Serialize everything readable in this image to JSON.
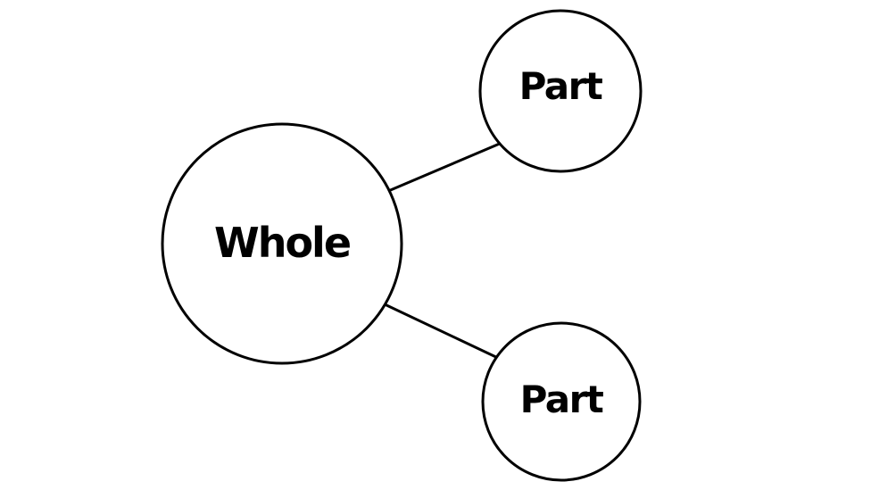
{
  "diagram": {
    "type": "concept-map",
    "nodes": [
      {
        "id": "whole",
        "label": "Whole",
        "shape": "circle",
        "size": "large"
      },
      {
        "id": "part-top",
        "label": "Part",
        "shape": "circle",
        "size": "small"
      },
      {
        "id": "part-bottom",
        "label": "Part",
        "shape": "circle",
        "size": "small"
      }
    ],
    "edges": [
      {
        "from": "whole",
        "to": "part-top"
      },
      {
        "from": "whole",
        "to": "part-bottom"
      }
    ],
    "colors": {
      "stroke": "#000000",
      "node_fill": "#ffffff",
      "text": "#000000",
      "background": "#ffffff"
    }
  }
}
